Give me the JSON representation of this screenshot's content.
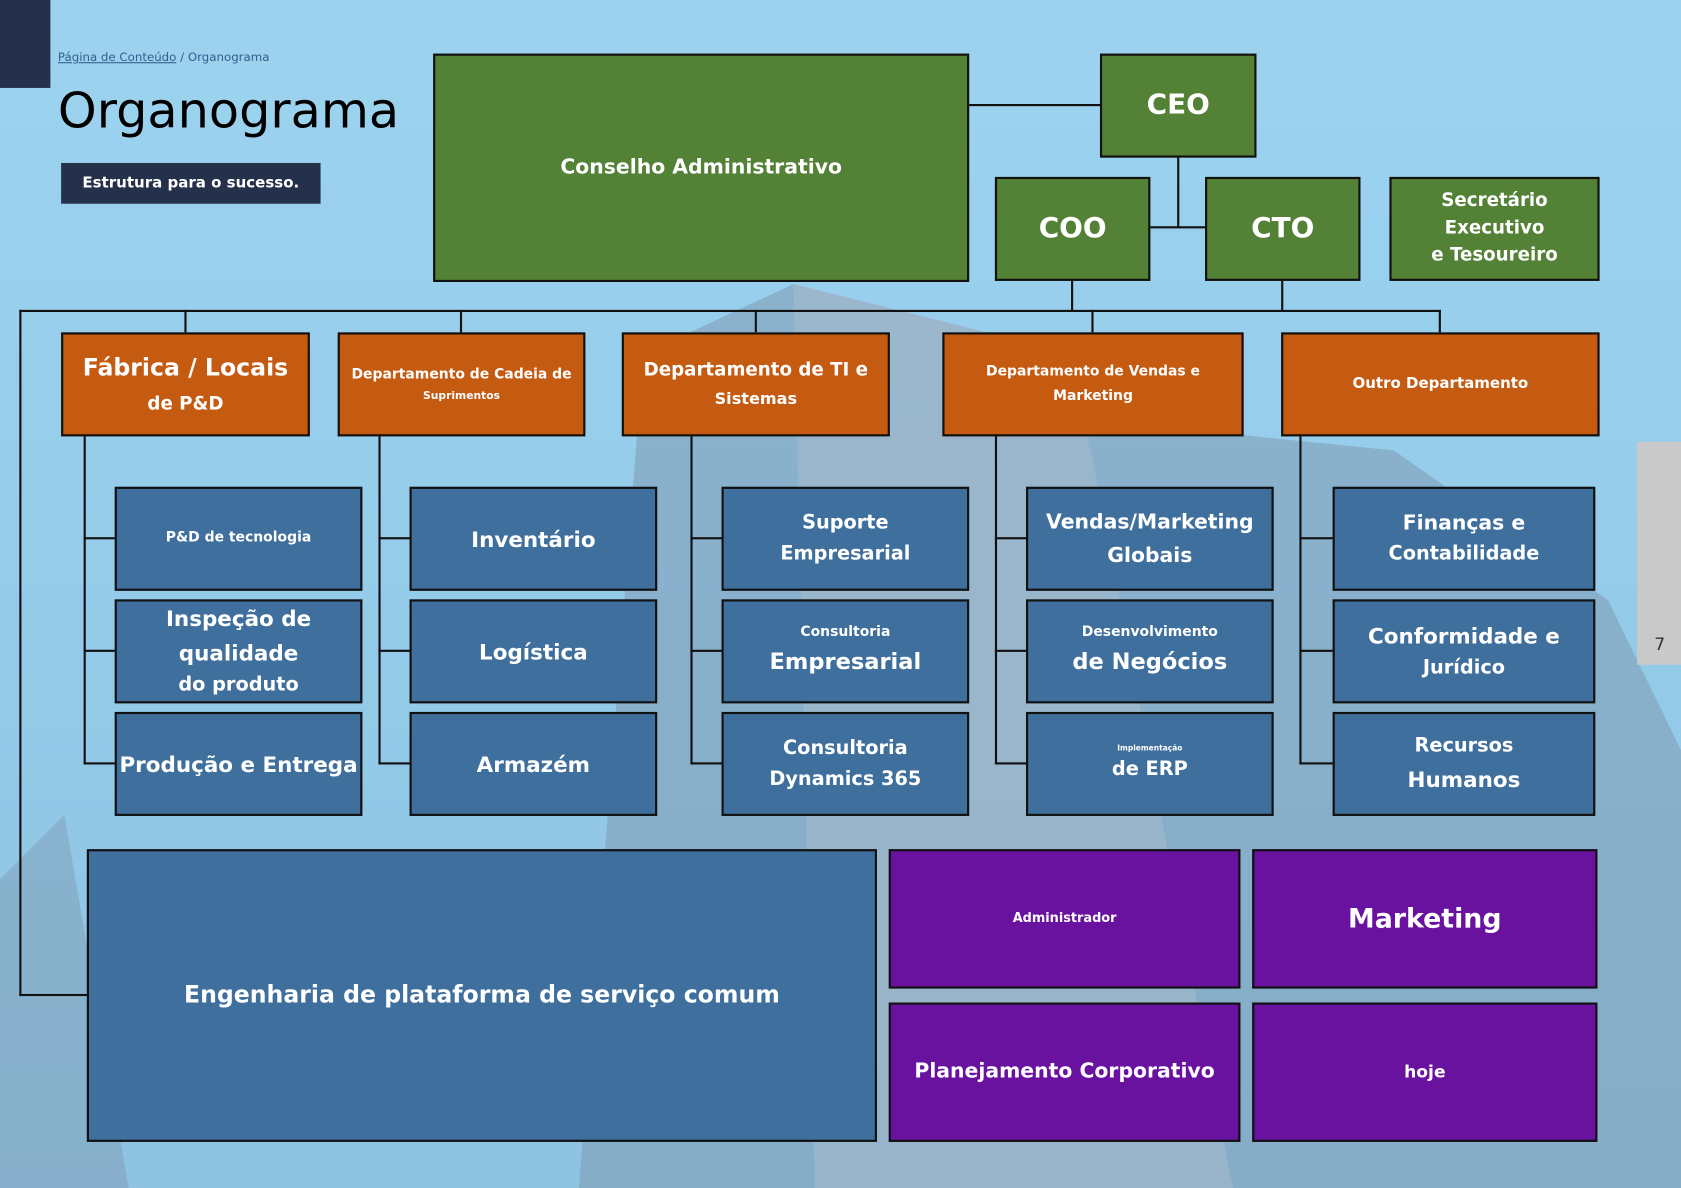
{
  "breadcrumb": {
    "link": "Página de Conteúdo",
    "separator": " / ",
    "current": "Organograma"
  },
  "title": "Organograma",
  "subtitle": "Estrutura para o sucesso.",
  "page_number": "7",
  "colors": {
    "executive": "#538135",
    "department": "#c55a11",
    "unit": "#3f6f9c",
    "special": "#6a12a0",
    "dark": "#25304a"
  },
  "executive": {
    "board": "Conselho Administrativo",
    "ceo": "CEO",
    "coo": "COO",
    "cto": "CTO",
    "secretary": [
      "Secretário Executivo",
      "e Tesoureiro"
    ]
  },
  "departments": [
    {
      "lines": [
        "Fábrica / Locais",
        "de P&D"
      ],
      "units": [
        [
          "P&D de tecnologia"
        ],
        [
          "Inspeção de qualidade",
          "do produto"
        ],
        [
          "Produção e Entrega"
        ]
      ]
    },
    {
      "lines": [
        "Departamento de Cadeia de",
        "Suprimentos"
      ],
      "units": [
        [
          "Inventário"
        ],
        [
          "Logística"
        ],
        [
          "Armazém"
        ]
      ]
    },
    {
      "lines": [
        "Departamento de TI e",
        "Sistemas"
      ],
      "units": [
        [
          "Suporte",
          "Empresarial"
        ],
        [
          "Consultoria",
          "Empresarial"
        ],
        [
          "Consultoria",
          "Dynamics 365"
        ]
      ]
    },
    {
      "lines": [
        "Departamento de Vendas e Marketing"
      ],
      "units": [
        [
          "Vendas/Marketing",
          "Globais"
        ],
        [
          "Desenvolvimento",
          "de Negócios"
        ],
        [
          "Implementação",
          "de ERP"
        ]
      ]
    },
    {
      "lines": [
        "Outro Departamento"
      ],
      "units": [
        [
          "Finanças e",
          "Contabilidade"
        ],
        [
          "Conformidade e",
          "Jurídico"
        ],
        [
          "Recursos",
          "Humanos"
        ]
      ]
    }
  ],
  "bottom": {
    "platform": "Engenharia de plataforma de serviço comum",
    "admin": "Administrador",
    "marketing": "Marketing",
    "planning": "Planejamento Corporativo",
    "today": "hoje"
  }
}
